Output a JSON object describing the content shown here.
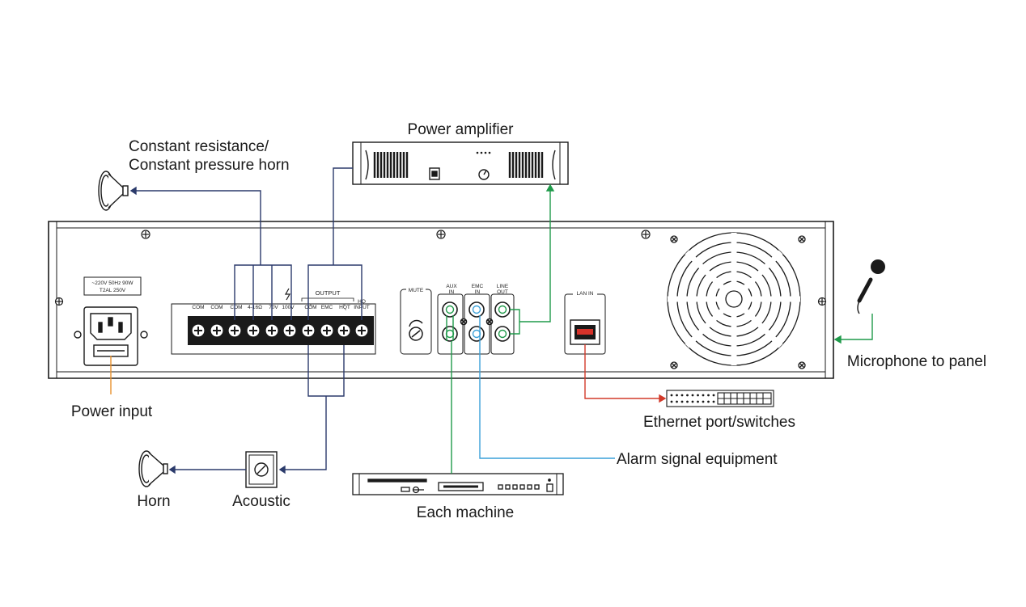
{
  "labels": {
    "power_amplifier": "Power amplifier",
    "horn_top_line1": "Constant resistance/",
    "horn_top_line2": "Constant pressure horn",
    "power_input": "Power input",
    "horn": "Horn",
    "acoustic": "Acoustic",
    "each_machine": "Each machine",
    "alarm_signal": "Alarm signal equipment",
    "ethernet": "Ethernet port/switches",
    "microphone": "Microphone to panel"
  },
  "panel": {
    "power_rating_line1": "~220V  50Hz  90W",
    "power_rating_line2": "T2AL  250V",
    "terminal_labels": [
      "COM",
      "COM",
      "COM",
      "4-16Ω",
      "70V",
      "100V",
      "COM",
      "EMC",
      "HQT",
      "HQ\nINPUT"
    ],
    "output_label": "OUTPUT",
    "hq_label": "HQ",
    "input_label": "INPUT",
    "mute_label": "MUTE",
    "aux_label_1": "AUX",
    "aux_label_2": "IN",
    "emc_label_1": "EMC",
    "emc_label_2": "IN",
    "line_label_1": "LINE",
    "line_label_2": "OUT",
    "lan_label": "LAN IN"
  },
  "colors": {
    "outline": "#1a1a1a",
    "wire_navy": "#2b3a6b",
    "wire_green": "#1f9a4a",
    "wire_orange": "#e8902c",
    "wire_red": "#d23a2a",
    "wire_blue": "#3aa0d8",
    "lan_port": "#d6322a"
  }
}
